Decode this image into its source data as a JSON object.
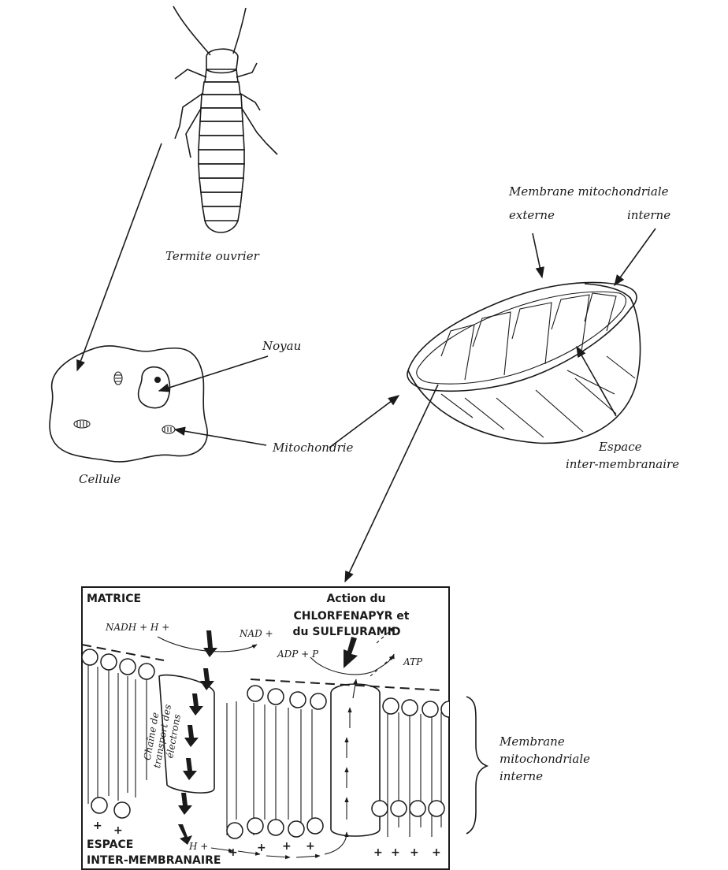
{
  "labels": {
    "termite": "Termite ouvrier",
    "cell": "Cellule",
    "nucleus": "Noyau",
    "mitochondrion": "Mitochondrie",
    "membrane_title": "Membrane mitochondriale",
    "membrane_outer": "externe",
    "membrane_inner": "interne",
    "intermembrane_line1": "Espace",
    "intermembrane_line2": "inter-membranaire"
  },
  "detail": {
    "matrix": "MATRICE",
    "space_line1": "ESPACE",
    "space_line2": "INTER-MEMBRANAIRE",
    "action_line1": "Action du",
    "action_line2": "CHLORFENAPYR et",
    "action_line3": "du SULFLURAMID",
    "nadh": "NADH + H +",
    "nad": "NAD +",
    "adp": "ADP + P",
    "atp": "ATP",
    "h_plus": "H +",
    "chain_line1": "Chaîne de",
    "chain_line2": "transport des",
    "chain_line3": "électrons",
    "plus": "+"
  },
  "brace_label": {
    "line1": "Membrane",
    "line2": "mitochondriale",
    "line3": "interne"
  }
}
